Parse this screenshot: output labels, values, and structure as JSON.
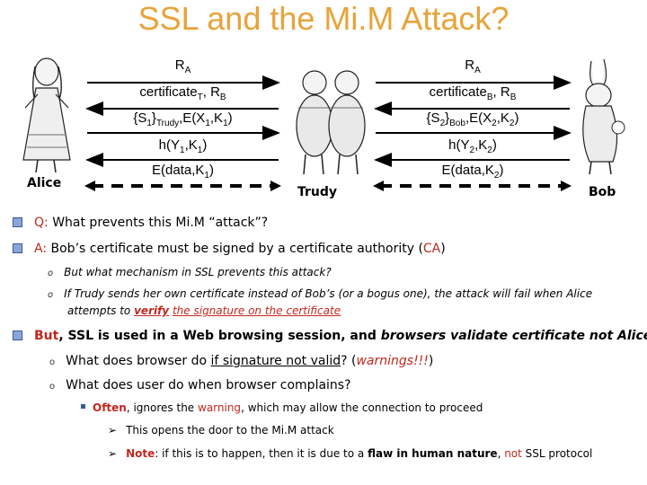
{
  "title": "SSL and the Mi.M Attack?",
  "left_messages": [
    {
      "base": "R",
      "sub": "A",
      "rest": ""
    },
    {
      "base": "certificate",
      "sub": "T",
      "rest": ", R",
      "sub2": "B"
    },
    {
      "base": "{S",
      "sub": "1",
      "rest": "}",
      "sub2": "Trudy",
      "tail": ",E(X",
      "sub3": "1",
      "tail2": ",K",
      "sub4": "1",
      "tail3": ")"
    },
    {
      "base": "h(Y",
      "sub": "1",
      "rest": ",K",
      "sub2": "1",
      "tail": ")"
    },
    {
      "base": "E(data,K",
      "sub": "1",
      "rest": ")"
    }
  ],
  "right_messages": [
    {
      "base": "R",
      "sub": "A",
      "rest": ""
    },
    {
      "base": "certificate",
      "sub": "B",
      "rest": ", R",
      "sub2": "B"
    },
    {
      "base": "{S",
      "sub": "2",
      "rest": "}",
      "sub2": "Bob",
      "tail": ",E(X",
      "sub3": "2",
      "tail2": ",K",
      "sub4": "2",
      "tail3": ")"
    },
    {
      "base": "h(Y",
      "sub": "2",
      "rest": ",K",
      "sub2": "2",
      "tail": ")"
    },
    {
      "base": "E(data,K",
      "sub": "2",
      "rest": ")"
    }
  ],
  "names": {
    "alice": "Alice",
    "trudy": "Trudy",
    "bob": "Bob"
  },
  "bullets": {
    "q_label": "Q:",
    "q_text": " What prevents this Mi.M “attack”?",
    "a_label": "A:",
    "a_text": " Bob’s certificate must be signed by a certificate authority (",
    "a_ca": "CA",
    "a_end": ")",
    "sub1": "But what mechanism in SSL prevents this attack?",
    "sub2_line1": "If Trudy sends her own certificate instead of Bob’s (or a bogus one), the attack will fail when Alice",
    "sub2_line2a": "attempts to ",
    "sub2_verify": "verify",
    "sub2_line2b": " ",
    "sub2_sig": "the signature on the certificate",
    "but_word": "But",
    "but_rest1": ", SSL is used in a Web browsing session, and ",
    "but_rest2": "browsers validate certificate not Alice",
    "q3a": "What does browser do ",
    "q3u": "if signature not valid",
    "q3b": "? (",
    "q3w": "warnings!!!",
    "q3c": ")",
    "q4": "What does user do when browser complains?",
    "often": "Often",
    "often_rest1": ", ignores the ",
    "warning": "warning",
    "often_rest2": ", which may allow the connection to proceed",
    "door": "This opens the door to the Mi.M attack",
    "note": "Note",
    "note_rest1": ": if this is to happen, then it is due to a ",
    "note_flaw": "flaw in human nature",
    "note_comma": ", ",
    "note_not": "not",
    "note_rest2": " SSL protocol"
  }
}
